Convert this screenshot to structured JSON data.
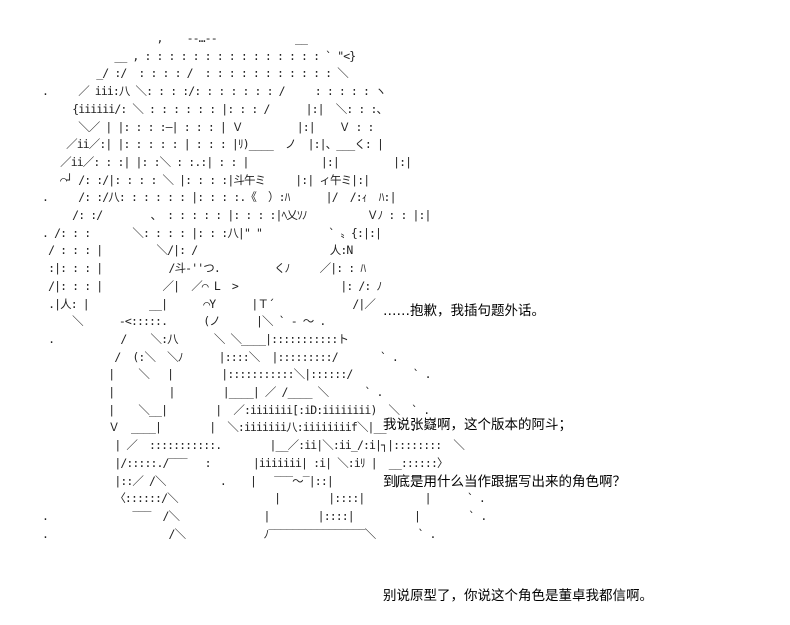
{
  "art_lines": [
    "                     ,    ‐-…--             __",
    "              __ , : : : : : : : : : : : : : : : ` \"<}",
    "           _/ :/  : : : : /  : : : : : : : : : : : ＼",
    "  .     ／ iii:八 ＼: : : :/: : : : : : : /     : : : : : ヽ",
    "       {iiiiii/: ＼ : : : : : : |: : : /      |:|  ＼: : :、",
    "        ＼／ | |: : : :―| : : : | Ｖ         |:|    Ｖ : :",
    "      ／ii／:| |: : : : : | : : : |ﾘ)____  ノ  |:|、___く: |",
    "     ／ii／: : :| |: :＼ : :.:| : : |            |:|         |:|",
    "     ⌒┘ /: :/|: : : : ＼ |: : : :|斗午ミ     |:| ィ午ミ|:|",
    "  .     /: :/八: : : : : : |: : : :.《  ）:ﾊ      |/  /:ｨ  ﾊ:|",
    "       /: :/        、 : : : : : |: : : :|ﾍ乂ｿﾉ          Ｖﾉ : : |:|",
    "  . /: : :       ＼: : : : |: : :八|\" \"           ` 〟{:|:|",
    "   / : : : |         ＼/|: /                      人:N",
    "   :|: : : |           /斗‐''つ.         くﾉ     ／|: : ﾊ",
    "   /|: : : |          ／|  ／⌒ L  >                 |: /: ﾉ",
    "   .|人: |          __|      ⌒Y      |Ｔ´             /|／",
    "       ＼      ‐<:::::.      (ノ      |＼ ` - ～ .",
    "   .           /    ＼:八      ＼ ＼____|:::::::::::ト",
    "              /  (:＼  ＼ﾉ      |::::＼  |:::::::::/       ` .",
    "             |    ＼   |        |:::::::::::＼|::::::/          ` .",
    "             |         |        |____| ／ /____ ＼      ` .",
    "             |    ＼__|        |  ／:iiiiiii[:iD:iiiiiiii)  ＼  ` .",
    "             Ｖ  ____|        |  ＼:iiiiiii八:iiiiiiiif＼|__  ` .",
    "              | ／  :::::::::::.        |__／:ii|＼:ii_/:i|┐|::::::::  ＼",
    "              |/:::::./‾‾‾   :       |iiiiiii| :i| ＼:iﾘ |  __::::::〉",
    "              |::／ /＼         .    |   ‾‾‾〜‾|::|          |  ‾‾‾",
    "              〈::::::/＼                |        |::::|          |      ` .",
    "  .              ‾‾‾  /＼              |        |::::|          |        ` .",
    "  .                    /＼             ﾉ‾‾‾‾‾‾‾‾‾‾‾‾‾‾‾‾＼       ` ."
  ],
  "dialog": {
    "line1": "……抱歉，我插句题外话。",
    "line2": "我说张嶷啊，这个版本的阿斗；",
    "line3": "到底是用什么当作跟据写出来的角色啊？",
    "line4": "别说原型了，你说这个角色是董卓我都信啊。"
  }
}
